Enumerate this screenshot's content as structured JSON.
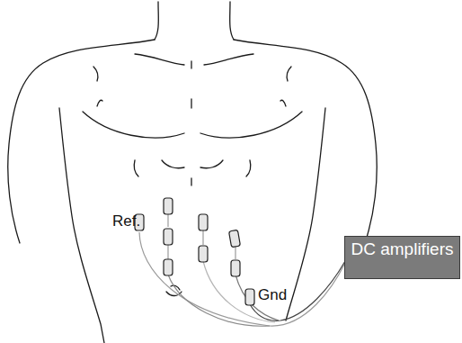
{
  "diagram": {
    "nodes": [
      {
        "text": [
          "DC amplifiers"
        ]
      }
    ],
    "labels": [
      "Ref.",
      "Gnd"
    ]
  }
}
